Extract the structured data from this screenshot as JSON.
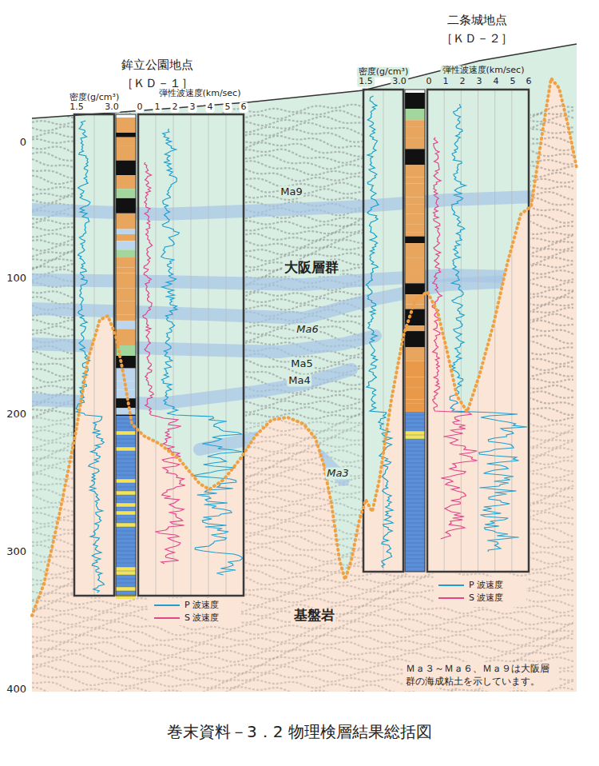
{
  "diagram": {
    "caption": "巻末資料－3．2 物理検層結果総括図",
    "nodes": [
      {
        "text": [
          "鉾立公園地点",
          "［ＫＤ－１］"
        ]
      },
      {
        "text": [
          "二条城地点",
          "［ＫＤ－２］"
        ]
      }
    ],
    "labels": [
      "0",
      "100",
      "200",
      "300",
      "400",
      "密度(g/cm³)",
      "1.5",
      "3.0",
      "弾性波速度(km/sec)",
      "0",
      "1",
      "2",
      "3",
      "4",
      "5",
      "6",
      "密度(g/cm³)",
      "1.5",
      "3.0",
      "弾性波速度(km/sec)",
      "0",
      "1",
      "2",
      "3",
      "4",
      "5",
      "6",
      "Ma9",
      "大阪層群",
      "Ma6",
      "Ma5",
      "Ma4",
      "Ma3",
      "基盤岩",
      "Ｍａ３～Ｍａ６、Ｍａ９は大阪層群の海成粘土を示しています。"
    ],
    "legend": [
      {
        "text": "P 波速度"
      },
      {
        "text": "S 波速度"
      },
      {
        "text": "P 波速度"
      },
      {
        "text": "S 波速度"
      }
    ]
  }
}
